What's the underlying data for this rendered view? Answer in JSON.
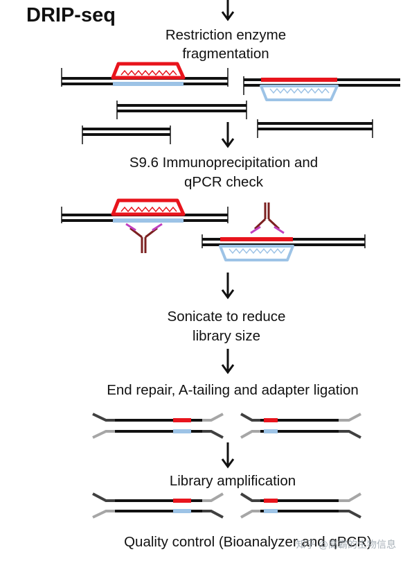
{
  "title": "DRIP-seq",
  "steps": {
    "fragmentation": [
      "Restriction enzyme",
      "fragmentation"
    ],
    "ip": [
      "S9.6 Immunoprecipitation and",
      "qPCR check"
    ],
    "sonicate": [
      "Sonicate to reduce",
      "library size"
    ],
    "end_repair": "End repair, A-tailing and adapter ligation",
    "amplification": "Library amplification",
    "qc": "Quality control (Bioanalyzer and qPCR)"
  },
  "watermark": "知乎 @高霸的生物信息",
  "colors": {
    "dna": "#111111",
    "rna_strand": "#e8141c",
    "displaced_strand": "#9dc3e6",
    "antibody": "#7b2020",
    "antibody_tip": "#c040c0",
    "adapter_dark": "#404040",
    "adapter_light": "#a6a6a6"
  },
  "icons": [
    "down-arrow-icon",
    "antibody-icon",
    "r-loop-icon"
  ]
}
